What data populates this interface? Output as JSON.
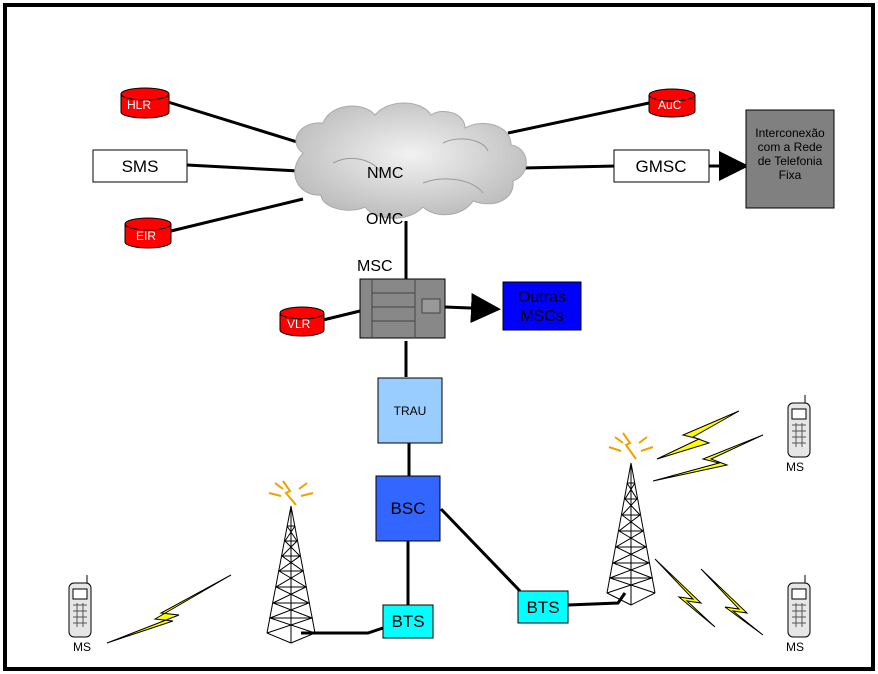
{
  "nodes": {
    "hlr": "HLR",
    "auc": "AuC",
    "eir": "EIR",
    "vlr": "VLR",
    "sms": "SMS",
    "gmsc": "GMSC",
    "nmc": "NMC",
    "omc": "OMC",
    "msc": "MSC",
    "outras_line1": "Outras",
    "outras_line2": "MSCs",
    "interconexao_lines": [
      "Interconexão",
      "com a Rede",
      "de Telefonia",
      "Fixa"
    ],
    "trau": "TRAU",
    "bsc": "BSC",
    "bts_left": "BTS",
    "bts_right": "BTS",
    "ms_left": "MS",
    "ms_top_right": "MS",
    "ms_bottom_right": "MS"
  },
  "colors": {
    "database_red": "#ff0000",
    "outras_blue": "#0000ff",
    "bsc_blue": "#3366ff",
    "trau_lightblue": "#99ccff",
    "bts_cyan": "#00ffff",
    "interconexao_gray": "#808080",
    "msc_gray": "#888888",
    "cloud_gray": "#cccccc",
    "lightning_yellow": "#ffff00"
  },
  "icons": {
    "database": "cylinder-icon",
    "cloud": "cloud-icon",
    "tower": "antenna-tower-icon",
    "phone": "mobile-phone-icon",
    "lightning": "lightning-bolt-icon"
  }
}
